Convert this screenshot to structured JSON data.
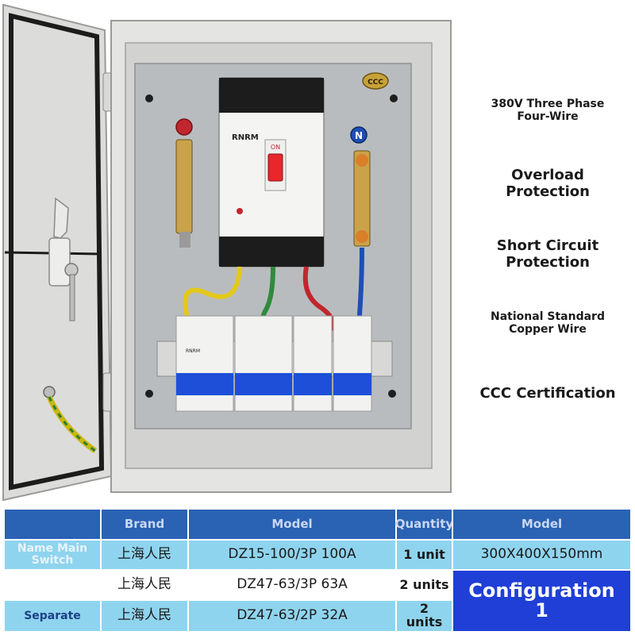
{
  "product": {
    "logo": "RNRM",
    "breaker_switch_label": "ON",
    "neutral_symbol": "N",
    "cert_mark": "CCC",
    "mcb_brand_label": "RNRM"
  },
  "features": [
    {
      "line1": "380V Three Phase",
      "line2": "Four-Wire"
    },
    {
      "line1": "Overload",
      "line2": "Protection"
    },
    {
      "line1": "Short Circuit",
      "line2": "Protection"
    },
    {
      "line1": "National Standard",
      "line2": "Copper Wire"
    },
    {
      "line1": "CCC Certification",
      "line2": ""
    }
  ],
  "table": {
    "headers": {
      "name": "",
      "brand": "Brand",
      "model": "Model",
      "quantity": "Quantity",
      "size": "Model"
    },
    "rows": [
      {
        "name": "Name Main Switch",
        "brand": "上海人民",
        "model": "DZ15-100/3P 100A",
        "quantity": "1 unit",
        "size": "300X400X150mm"
      },
      {
        "name": "",
        "brand": "上海人民",
        "model": "DZ47-63/3P 63A",
        "quantity": "2 units"
      },
      {
        "name": "Separate",
        "brand": "上海人民",
        "model": "DZ47-63/2P 32A",
        "quantity": "2 units"
      }
    ],
    "configuration": {
      "line1": "Configuration",
      "line2": "1"
    }
  },
  "colors": {
    "header_blue": "#2a62b4",
    "row_light_blue": "#8fd4ee",
    "config_blue": "#1f3fd6",
    "enclosure_gray": "#e4e4e2",
    "breaker_red": "#e8262c"
  }
}
